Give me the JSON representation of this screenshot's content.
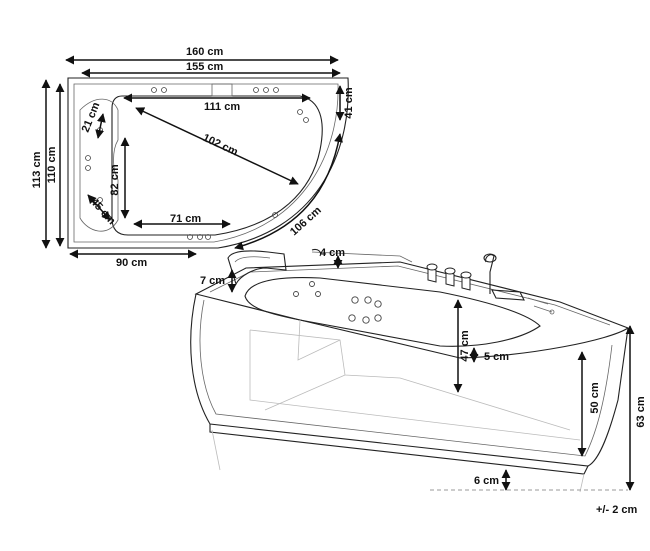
{
  "top_view": {
    "outer_width": "160 cm",
    "inner_width": "155 cm",
    "basin_top": "111 cm",
    "outer_height": "113 cm",
    "inner_height": "110 cm",
    "right_depth": "41 cm",
    "diagonal": "102 cm",
    "headrest": "21 cm",
    "basin_depth": "82 cm",
    "seat": "45 cm",
    "basin_bottom": "71 cm",
    "curve": "106 cm",
    "base_width": "90 cm"
  },
  "side_view": {
    "rim_height": "4 cm",
    "headrest_height": "7 cm",
    "basin_depth": "47 cm",
    "step": "5 cm",
    "panel_height": "50 cm",
    "total_height": "63 cm",
    "feet": "6 cm",
    "tolerance": "+/- 2 cm"
  }
}
